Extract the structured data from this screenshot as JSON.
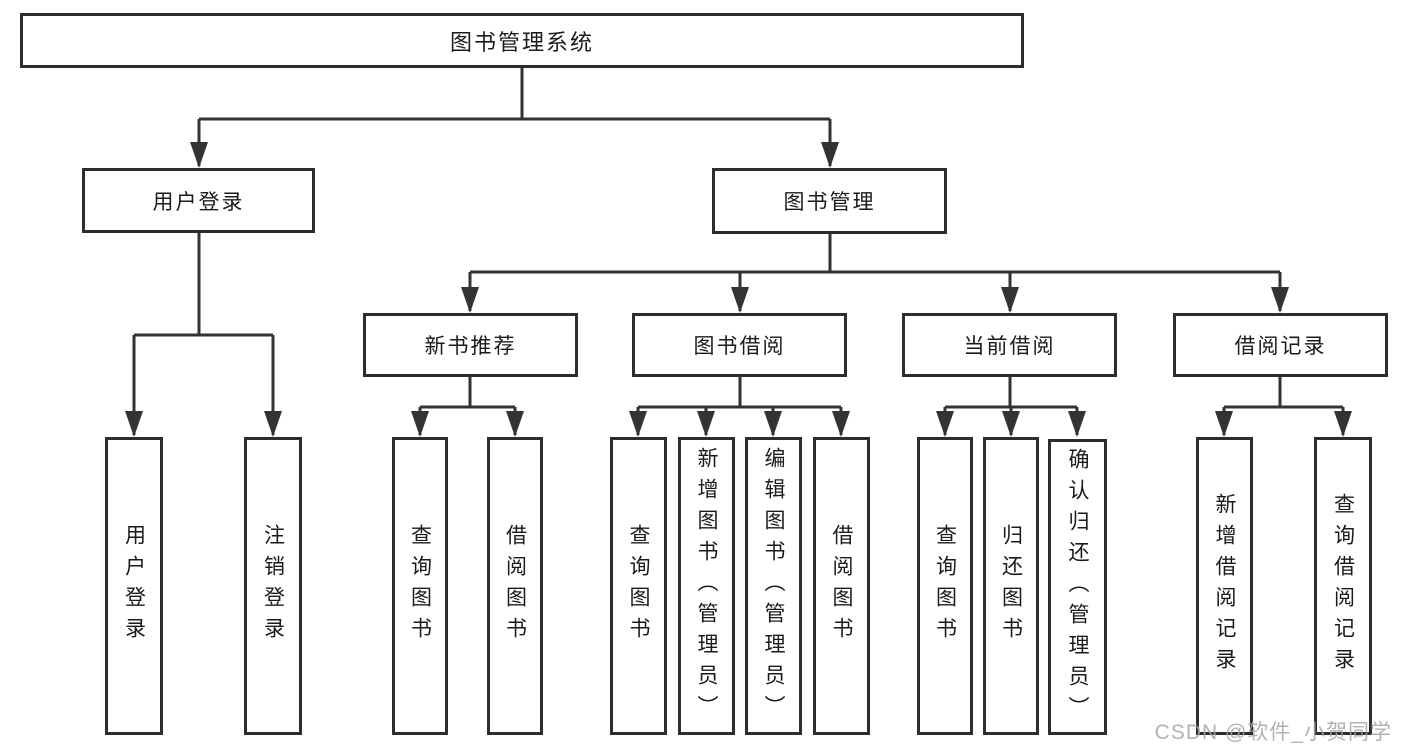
{
  "diagram": {
    "root": {
      "label": "图书管理系统"
    },
    "level1": [
      {
        "label": "用户登录"
      },
      {
        "label": "图书管理"
      }
    ],
    "level2": [
      {
        "label": "新书推荐"
      },
      {
        "label": "图书借阅"
      },
      {
        "label": "当前借阅"
      },
      {
        "label": "借阅记录"
      }
    ],
    "leaves": [
      {
        "label": "用户登录"
      },
      {
        "label": "注销登录"
      },
      {
        "label": "查询图书"
      },
      {
        "label": "借阅图书"
      },
      {
        "label": "查询图书"
      },
      {
        "label": "新增图书（管理员）"
      },
      {
        "label": "编辑图书（管理员）"
      },
      {
        "label": "借阅图书"
      },
      {
        "label": "查询图书"
      },
      {
        "label": "归还图书"
      },
      {
        "label": "确认归还（管理员）"
      },
      {
        "label": "新增借阅记录"
      },
      {
        "label": "查询借阅记录"
      }
    ]
  },
  "watermark": {
    "text": "CSDN @软件_小贺同学"
  },
  "colors": {
    "line": "#333333",
    "border": "#2d2d2d",
    "text": "#1b1b1b",
    "watermark": "#a5a5a5",
    "background": "#ffffff"
  }
}
